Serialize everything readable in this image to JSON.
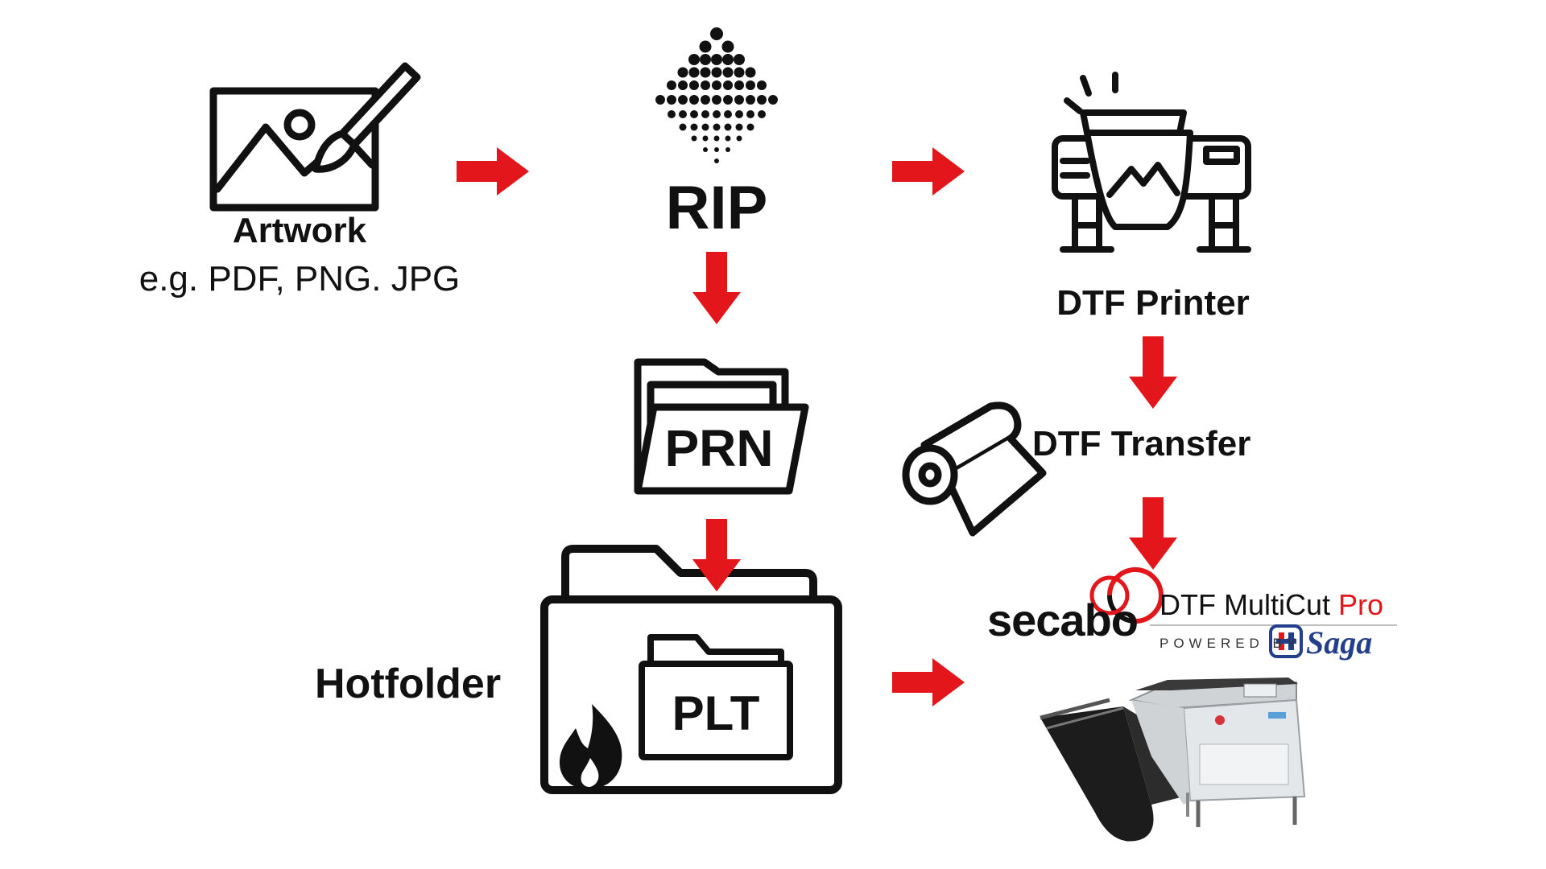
{
  "artwork": {
    "label": "Artwork",
    "formats": "e.g. PDF, PNG. JPG"
  },
  "rip": {
    "label": "RIP"
  },
  "prn": {
    "label": "PRN"
  },
  "plt": {
    "label": "PLT"
  },
  "hotfolder": {
    "label": "Hotfolder"
  },
  "dtf_printer": {
    "label": "DTF Printer"
  },
  "dtf_transfer": {
    "label": "DTF Transfer"
  },
  "cutter_logo": {
    "brand": "secabo",
    "product": "DTF MultiCut",
    "product_suffix": "Pro",
    "powered_by": "POWERED BY",
    "partner": "Saga"
  },
  "colors": {
    "arrow": "#e3161b",
    "ink": "#111111",
    "brand_red": "#e3161b",
    "saga_blue": "#233e8b"
  }
}
